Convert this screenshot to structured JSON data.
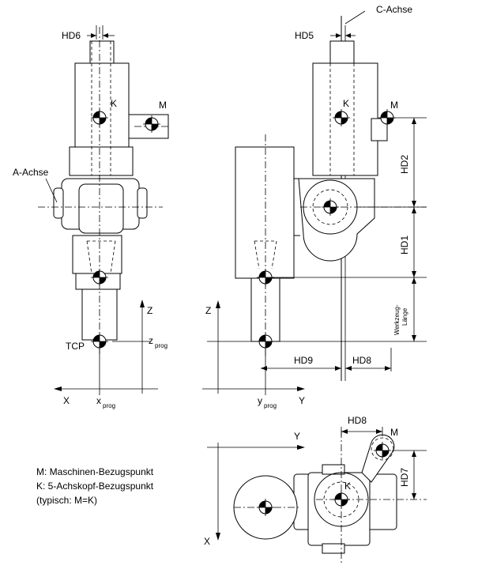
{
  "labels": {
    "c_axis": "C-Achse",
    "a_axis": "A-Achse",
    "hd1": "HD1",
    "hd2": "HD2",
    "hd5": "HD5",
    "hd6": "HD6",
    "hd7": "HD7",
    "hd8_side": "HD8",
    "hd8_top": "HD8",
    "hd9": "HD9",
    "k_left": "K",
    "k_right": "K",
    "k_bottom": "K",
    "m_left": "M",
    "m_right": "M",
    "m_bottom": "M",
    "tcp": "TCP",
    "werkzeug_line1": "Werkzeug-",
    "werkzeug_line2": "Länge"
  },
  "axes": {
    "left_x": "X",
    "left_z": "Z",
    "left_xprog": "x",
    "left_xprog_sub": "prog",
    "left_zprog": "z",
    "left_zprog_sub": "prog",
    "right_z": "Z",
    "right_y": "Y",
    "right_yprog": "y",
    "right_yprog_sub": "prog",
    "top_y": "Y",
    "top_x": "X"
  },
  "legend": {
    "line1": "M: Maschinen-Bezugspunkt",
    "line2": "K: 5-Achskopf-Bezugspunkt",
    "line3": "(typisch: M=K)"
  }
}
